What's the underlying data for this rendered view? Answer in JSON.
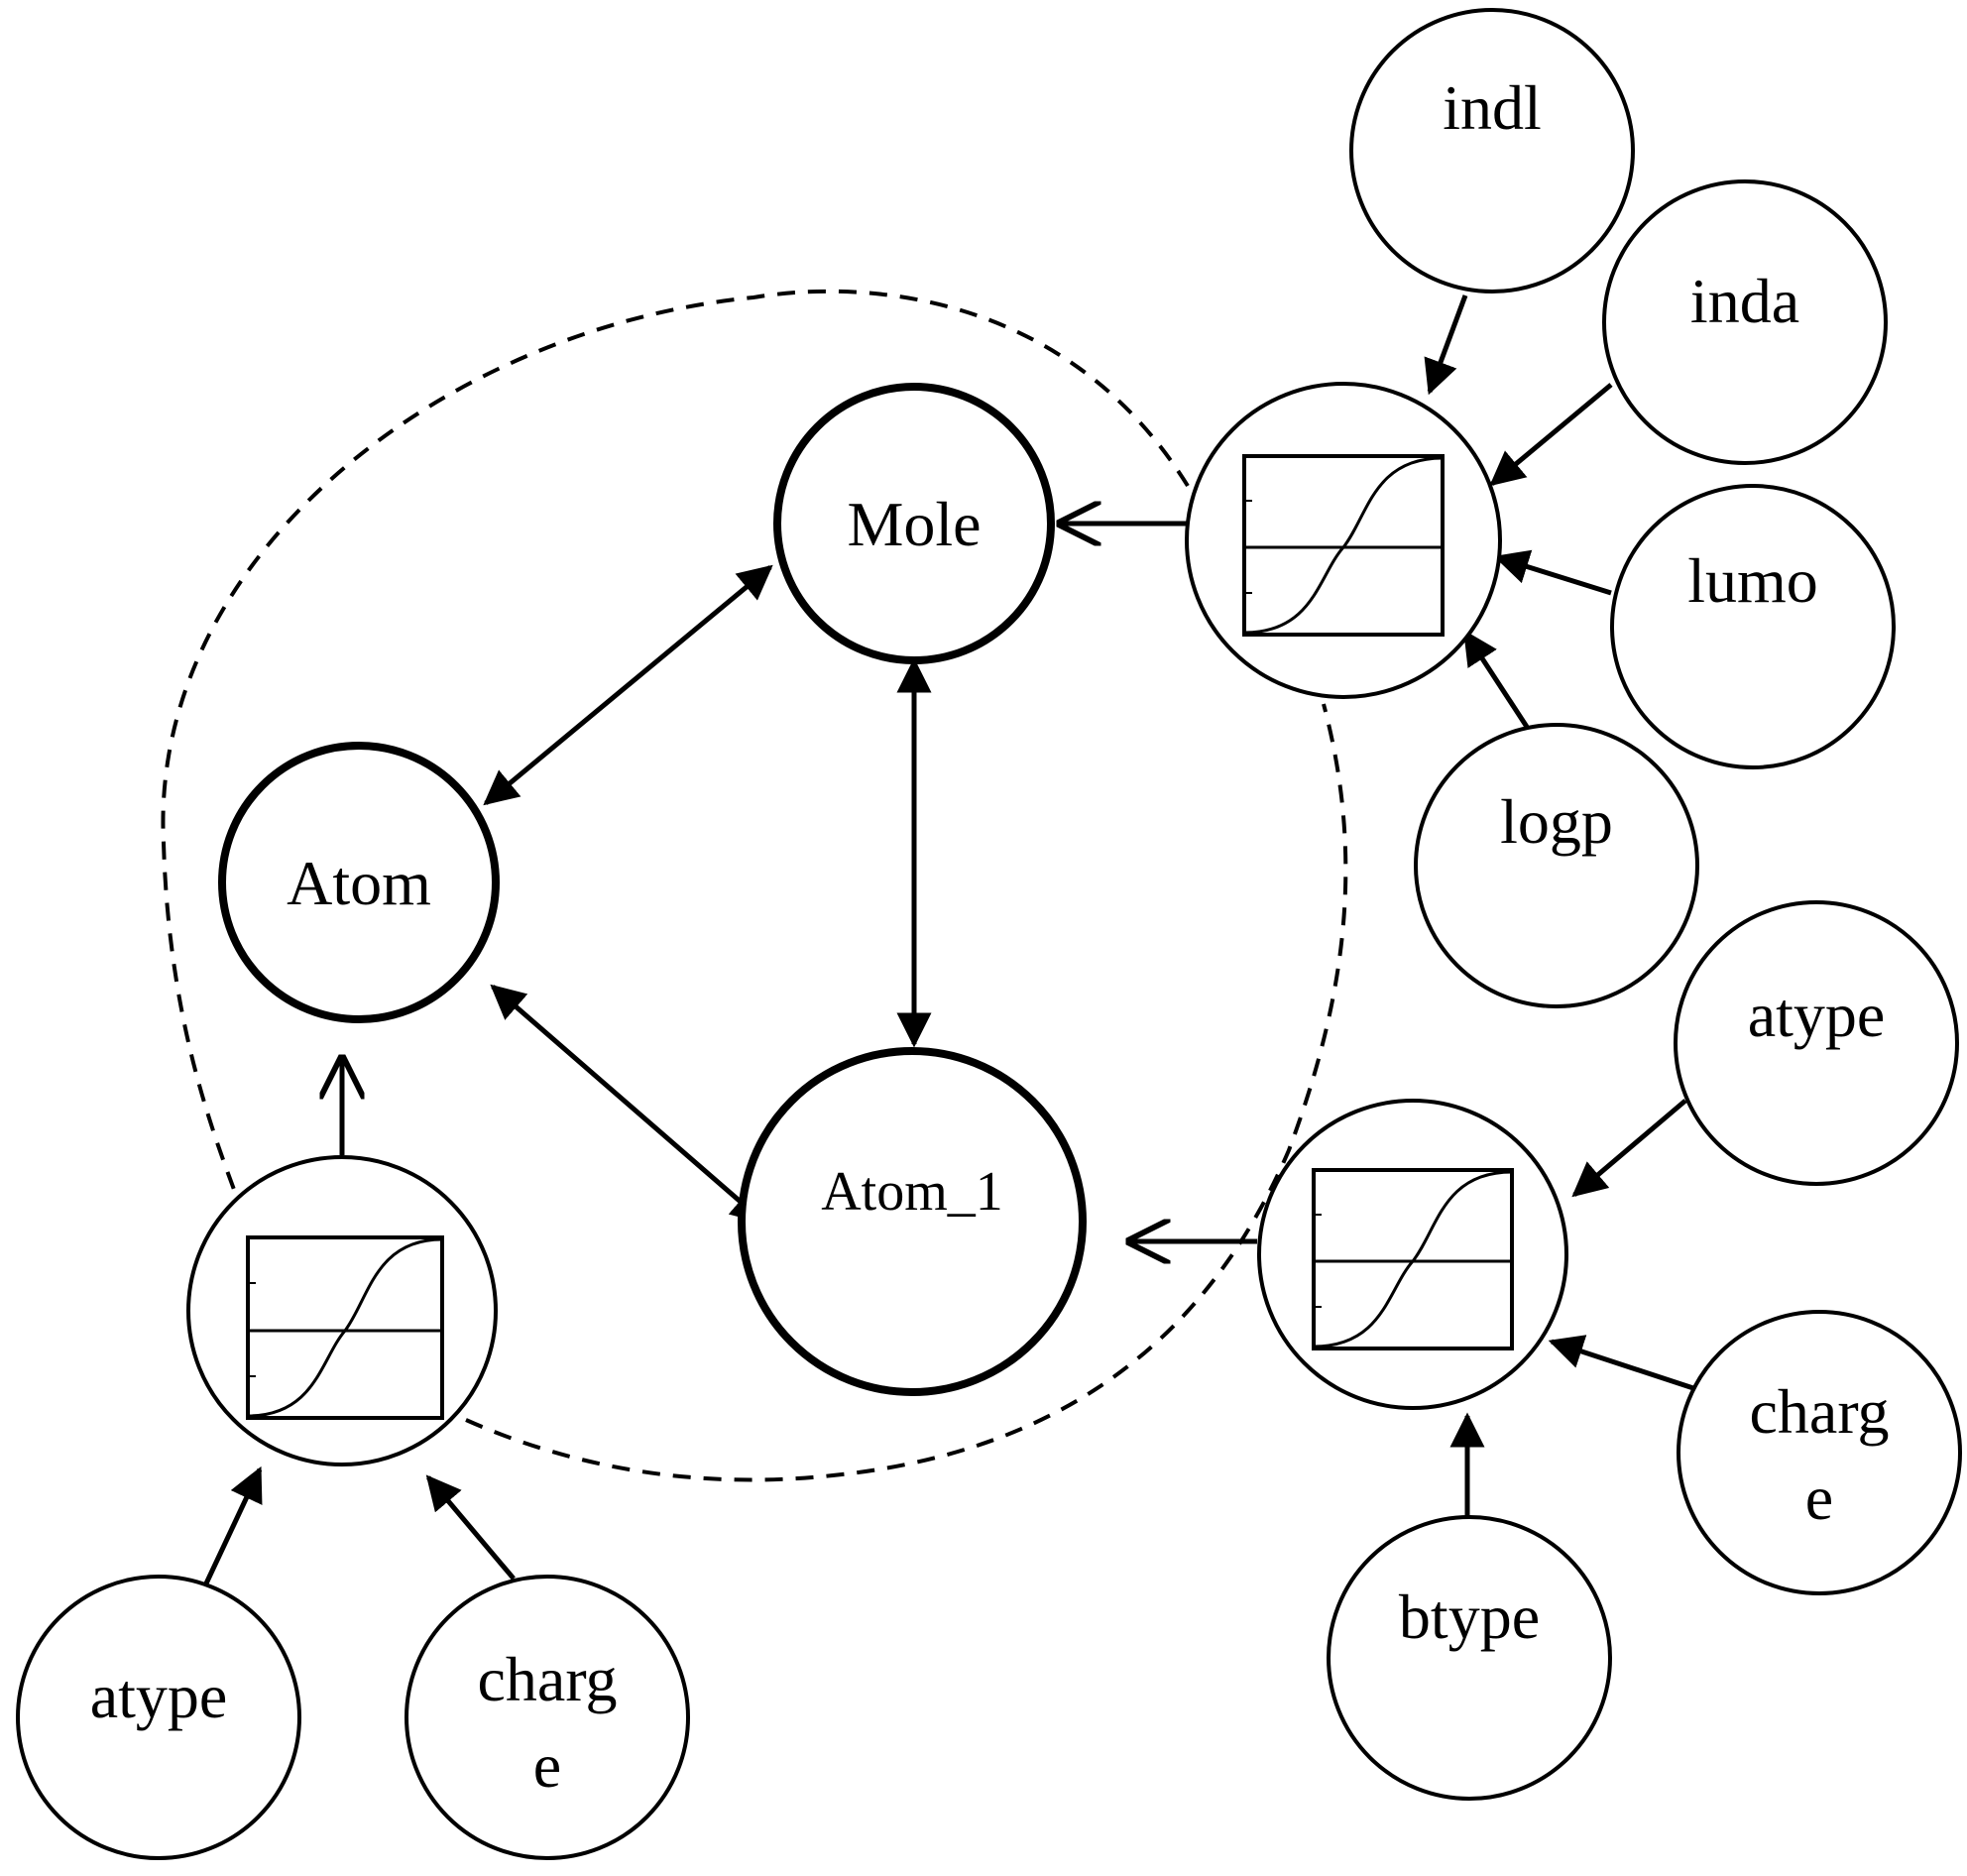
{
  "nodes": {
    "mole": "Mole",
    "atom": "Atom",
    "atom_1": "Atom_1",
    "indl": "indl",
    "inda": "inda",
    "lumo": "lumo",
    "logp": "logp",
    "atype_right": "atype",
    "charge_right_line1": "charg",
    "charge_right_line2": "e",
    "btype": "btype",
    "atype_left": "atype",
    "charge_left_line1": "charg",
    "charge_left_line2": "e"
  },
  "colors": {
    "stroke": "#000000",
    "background": "#ffffff"
  }
}
